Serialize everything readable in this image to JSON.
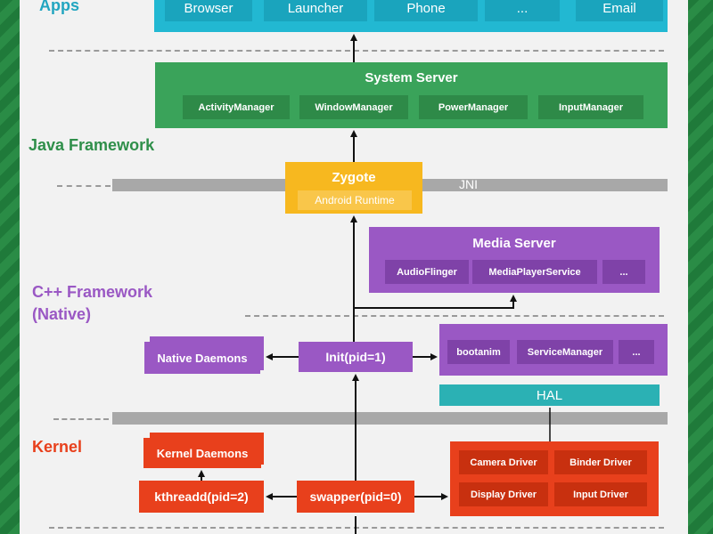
{
  "apps": {
    "label": "Apps",
    "items": [
      "Browser",
      "Launcher",
      "Phone",
      "...",
      "Email"
    ]
  },
  "system_server": {
    "title": "System Server",
    "items": [
      "ActivityManager",
      "WindowManager",
      "PowerManager",
      "InputManager"
    ]
  },
  "java_framework": {
    "label": "Java Framework"
  },
  "zygote": {
    "title": "Zygote",
    "runtime": "Android Runtime"
  },
  "jni": {
    "label": "JNI"
  },
  "media_server": {
    "title": "Media Server",
    "items": [
      "AudioFlinger",
      "MediaPlayerService",
      "..."
    ]
  },
  "cpp_framework": {
    "label_line1": "C++ Framework",
    "label_line2": "(Native)"
  },
  "native_daemons": {
    "label": "Native Daemons"
  },
  "init": {
    "label": "Init(pid=1)"
  },
  "services": {
    "items": [
      "bootanim",
      "ServiceManager",
      "..."
    ]
  },
  "hal": {
    "label": "HAL"
  },
  "kernel": {
    "label": "Kernel"
  },
  "kernel_daemons": {
    "label": "Kernel Daemons"
  },
  "kthreadd": {
    "label": "kthreadd(pid=2)"
  },
  "swapper": {
    "label": "swapper(pid=0)"
  },
  "drivers": {
    "items": [
      "Camera Driver",
      "Binder Driver",
      "Display Driver",
      "Input Driver"
    ]
  },
  "colors": {
    "apps": "#22b8d2",
    "java": "#3aa35a",
    "zygote": "#f7b81f",
    "native": "#9a58c4",
    "hal": "#2bb1b4",
    "kernel": "#e8401c"
  }
}
